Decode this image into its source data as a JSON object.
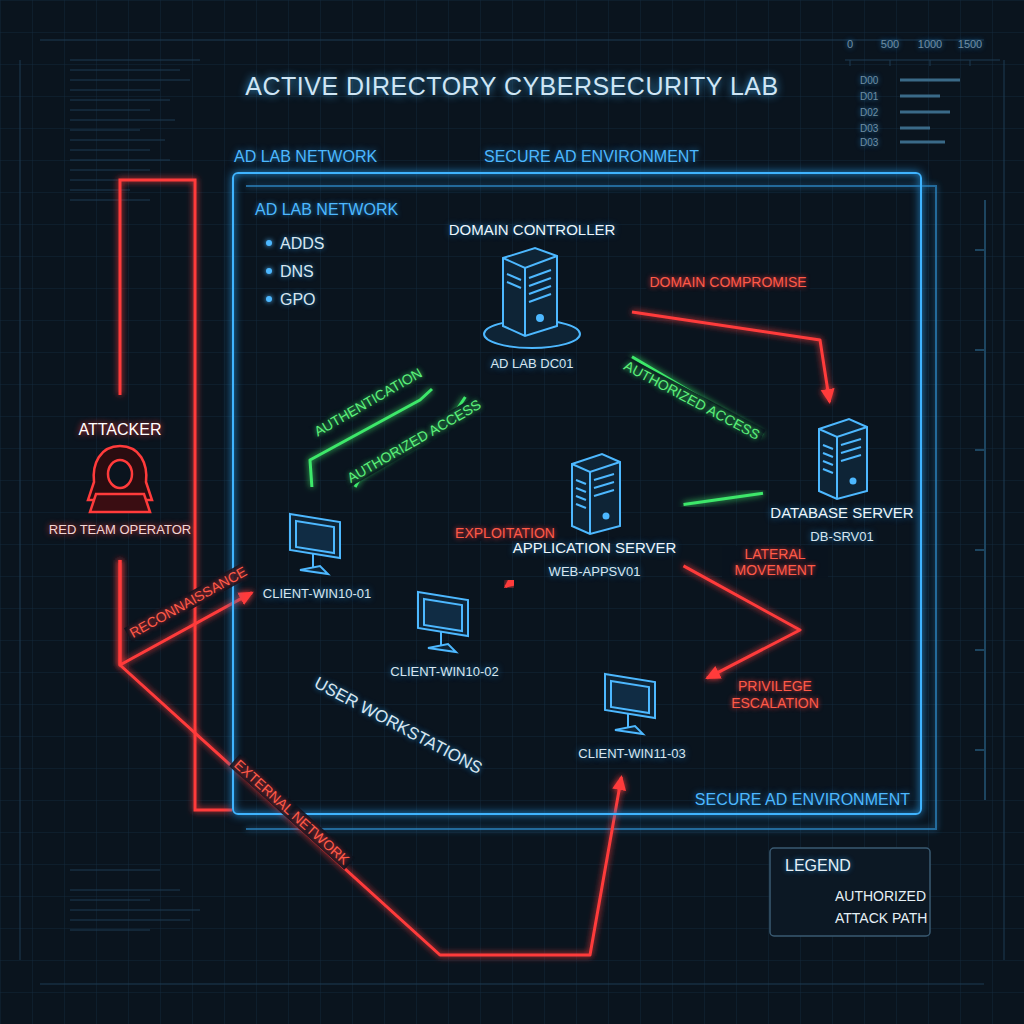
{
  "diagram": {
    "title": "ACTIVE DIRECTORY CYBERSECURITY LAB",
    "nodes": [
      {
        "text": [
          "AD LAB NETWORK",
          "SECURE AD ENVIRONMENT",
          "SECURE AD ENVIRONMENT"
        ]
      },
      {
        "text": [
          "ATTACKER",
          "RED TEAM OPERATOR"
        ]
      },
      {
        "text": [
          "DOMAIN CONTROLLER",
          "AD LAB DC01"
        ],
        "in": 0
      },
      {
        "text": [
          "CLIENT-WIN10-01"
        ],
        "in": 0
      },
      {
        "text": [
          "APPLICATION SERVER",
          "WEB-APPSV01"
        ],
        "in": 0
      },
      {
        "text": [
          "DATABASE SERVER",
          "DB-SRV01"
        ],
        "in": 0
      },
      {
        "text": [
          "CLIENT-WIN10-02"
        ],
        "in": 0
      },
      {
        "text": [
          "CLIENT-WIN11-03"
        ],
        "in": 0
      }
    ],
    "edges": [
      {
        "from": 1,
        "to": 3,
        "label": "RECONNAISSANCE",
        "arrow": "to"
      },
      {
        "from": 1,
        "to": 7,
        "label": "EXTERNAL NETWORK",
        "arrow": "to"
      },
      {
        "from": 6,
        "to": 4,
        "label": "EXPLOITATION",
        "arrow": "to"
      },
      {
        "from": 4,
        "to": 7,
        "label": "LATERAL MOVEMENT",
        "arrow": "to"
      },
      {
        "from": 2,
        "to": 5,
        "label": "DOMAIN COMPROMISE",
        "arrow": "to"
      },
      {
        "from": 3,
        "to": 2,
        "label": "AUTHENTICATION",
        "arrow": "none"
      },
      {
        "from": 3,
        "to": 2,
        "label": "AUTHORIZED ACCESS",
        "arrow": "none"
      },
      {
        "from": 2,
        "to": 5,
        "label": "AUTHORIZED ACCESS",
        "arrow": "none"
      },
      {
        "from": 4,
        "to": 5,
        "arrow": "none"
      }
    ],
    "labels": [
      "0",
      "500",
      "1000",
      "1500",
      "D00",
      "D01",
      "D02",
      "D03",
      "D03",
      "AD LAB NETWORK",
      "ADDS",
      "DNS",
      "GPO",
      "USER WORKSTATIONS",
      "PRIVILEGE ESCALATION",
      "LEGEND"
    ],
    "legend": [
      {
        "text": "AUTHORIZED"
      },
      {
        "text": "ATTACK PATH"
      }
    ]
  }
}
